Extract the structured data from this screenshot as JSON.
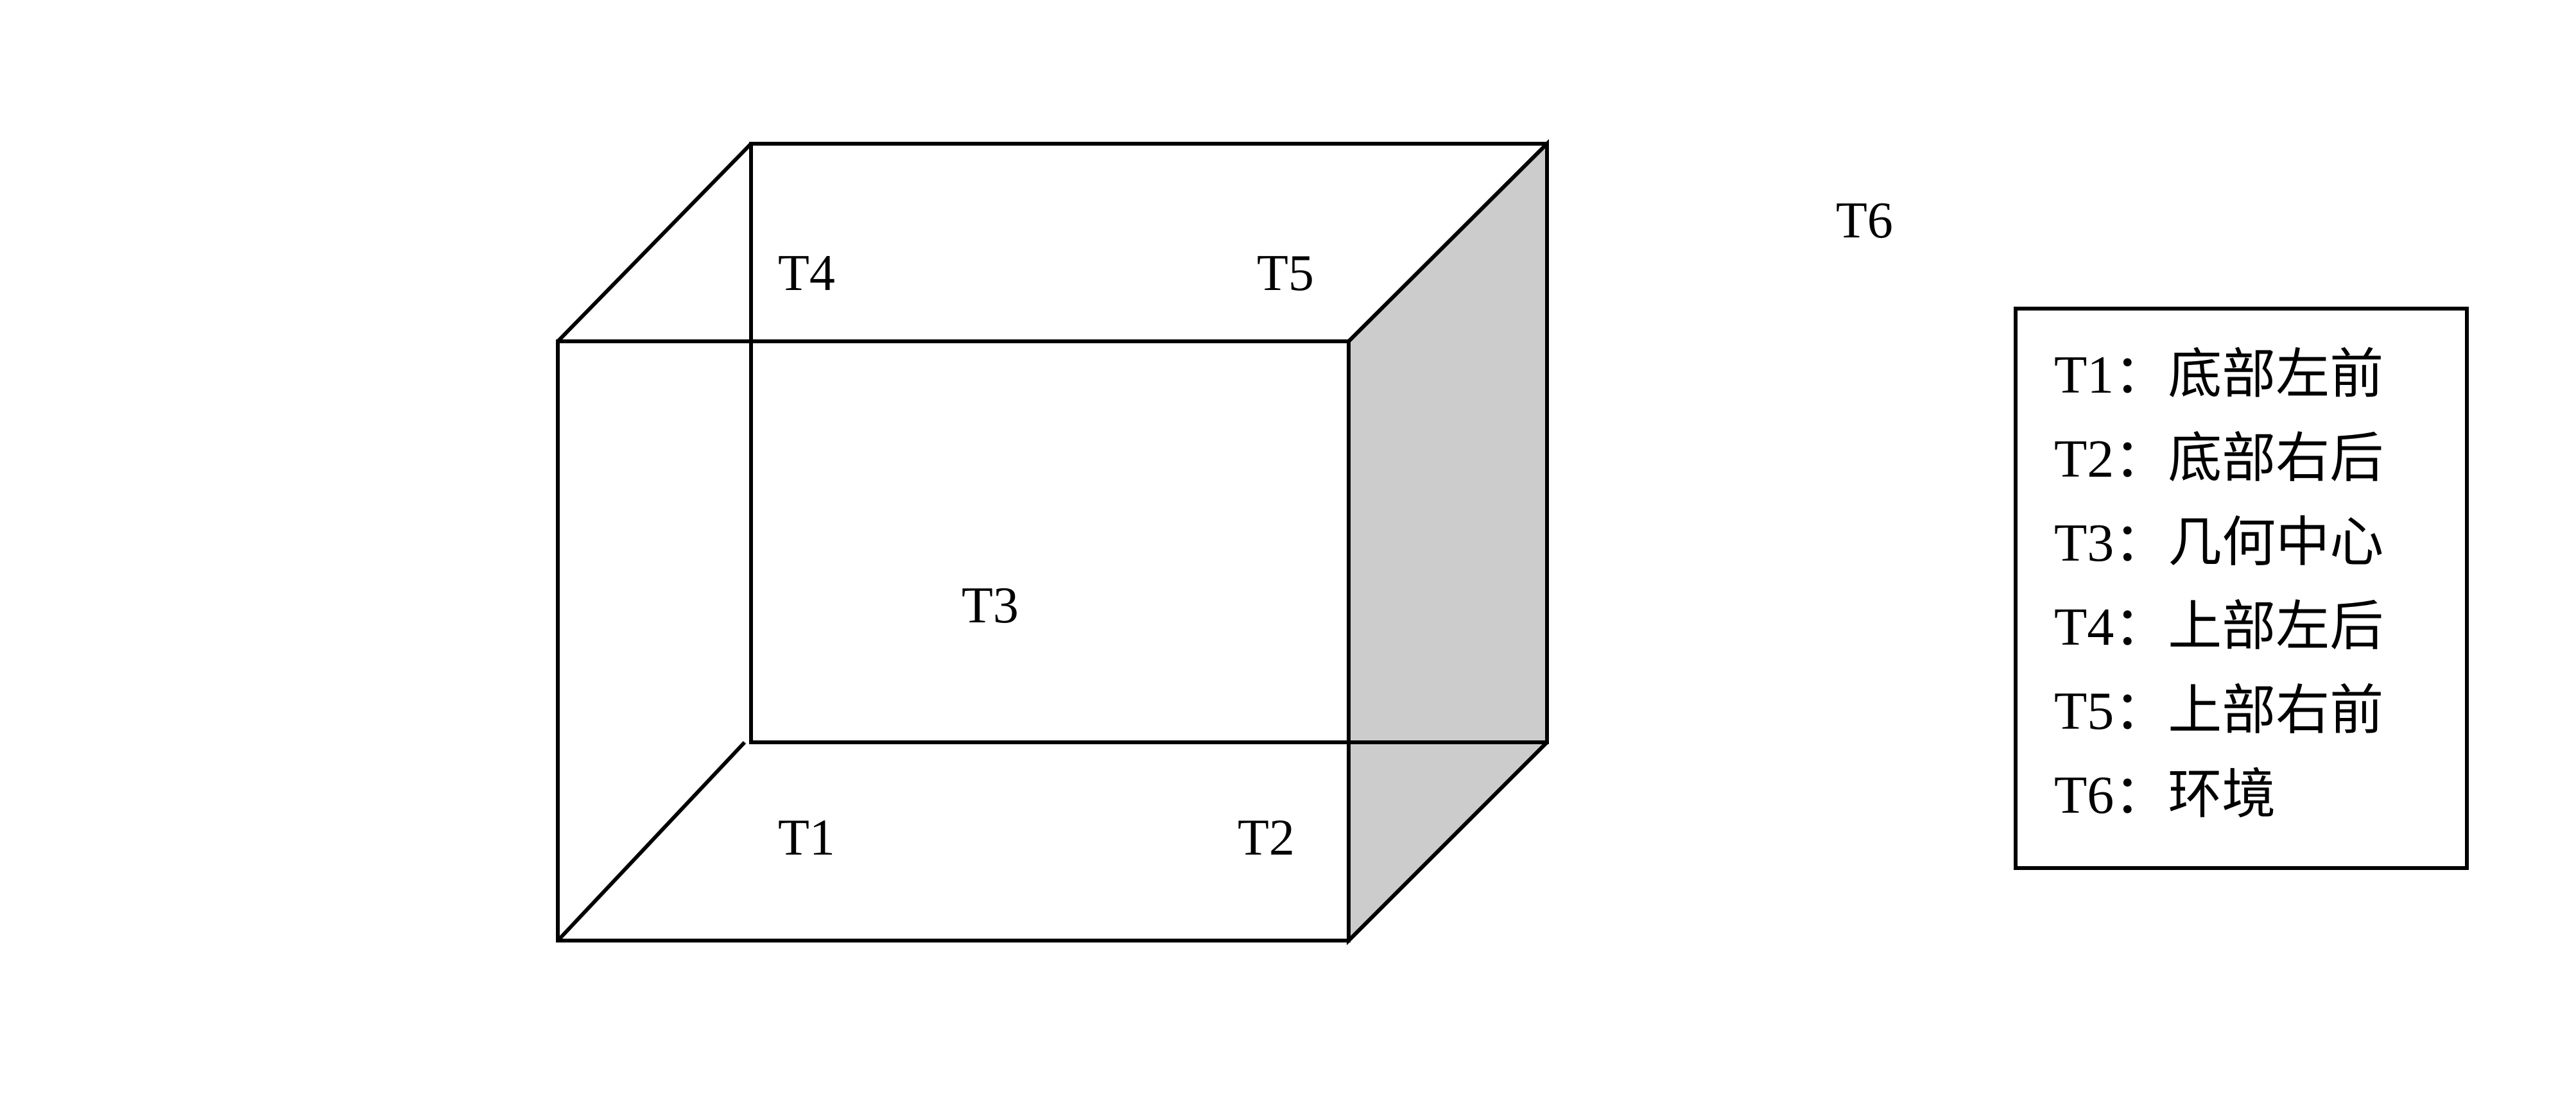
{
  "points": {
    "t1": "T1",
    "t2": "T2",
    "t3": "T3",
    "t4": "T4",
    "t5": "T5",
    "t6": "T6"
  },
  "legend": {
    "items": [
      {
        "label": "T1：底部左前"
      },
      {
        "label": "T2：底部右后"
      },
      {
        "label": "T3：几何中心"
      },
      {
        "label": "T4：上部左后"
      },
      {
        "label": "T5：上部右前"
      },
      {
        "label": "T6：环境"
      }
    ]
  },
  "colors": {
    "side_face": "#cccccc",
    "stroke": "#000000"
  }
}
